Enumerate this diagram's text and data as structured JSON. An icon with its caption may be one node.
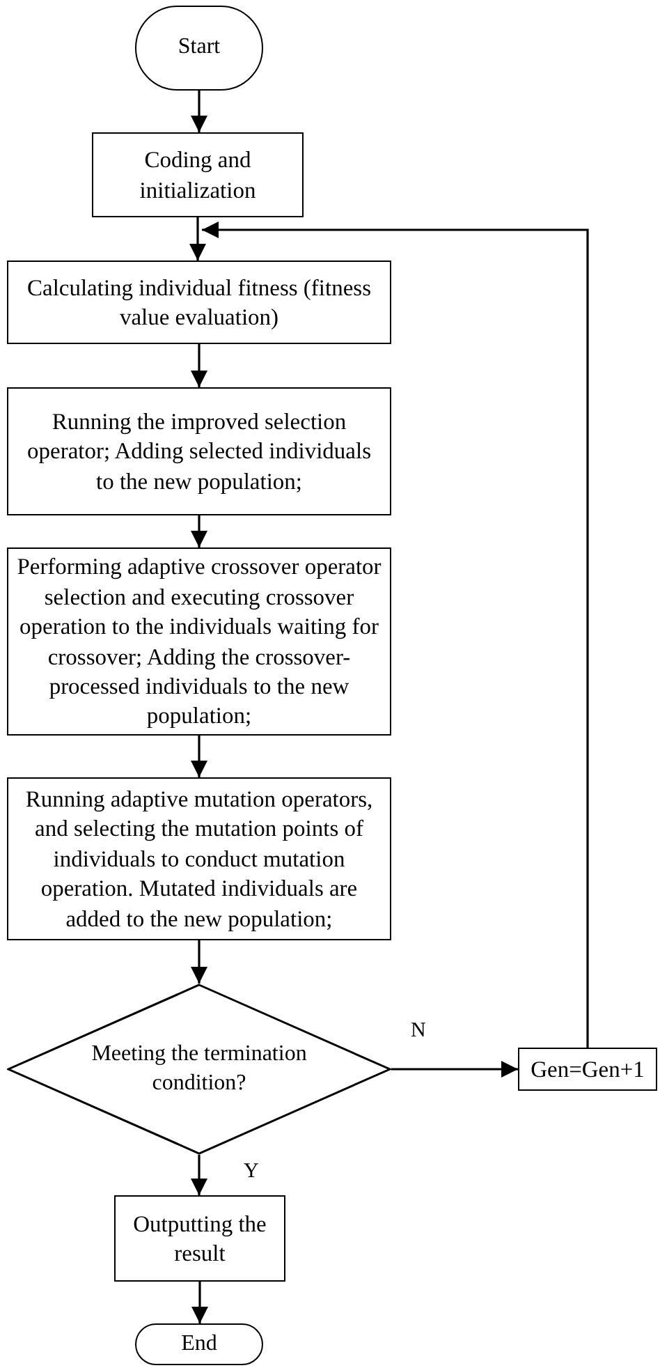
{
  "diagram": {
    "nodes": [
      {
        "text": [
          "Start"
        ]
      },
      {
        "text": [
          "Coding and initialization"
        ]
      },
      {
        "text": [
          "Calculating individual fitness (fitness value evaluation)"
        ]
      },
      {
        "text": [
          "Running the improved selection operator; Adding selected individuals to the new population;"
        ]
      },
      {
        "text": [
          "Performing adaptive crossover operator selection and executing crossover operation to the individuals waiting for crossover; Adding the crossover-processed individuals to the new population;"
        ]
      },
      {
        "text": [
          "Running adaptive mutation operators, and selecting the mutation points of individuals to conduct mutation operation. Mutated individuals are added to the new population;"
        ]
      },
      {
        "text": [
          "Meeting the termination condition?"
        ]
      },
      {
        "text": [
          "Gen=Gen+1"
        ]
      },
      {
        "text": [
          "Outputting the result"
        ]
      },
      {
        "text": [
          "End"
        ]
      }
    ],
    "edges": [
      {
        "from": 0,
        "to": 1,
        "arrow": "to"
      },
      {
        "from": 1,
        "to": 2,
        "arrow": "to"
      },
      {
        "from": 2,
        "to": 3,
        "arrow": "to"
      },
      {
        "from": 3,
        "to": 4,
        "arrow": "to"
      },
      {
        "from": 4,
        "to": 5,
        "arrow": "to"
      },
      {
        "from": 5,
        "to": 6,
        "arrow": "to"
      },
      {
        "from": 6,
        "to": 7,
        "arrow": "to",
        "label": "N"
      },
      {
        "from": 7,
        "to": 2,
        "arrow": "to"
      },
      {
        "from": 6,
        "to": 8,
        "arrow": "to",
        "label": "Y"
      },
      {
        "from": 8,
        "to": 9,
        "arrow": "to"
      }
    ]
  }
}
